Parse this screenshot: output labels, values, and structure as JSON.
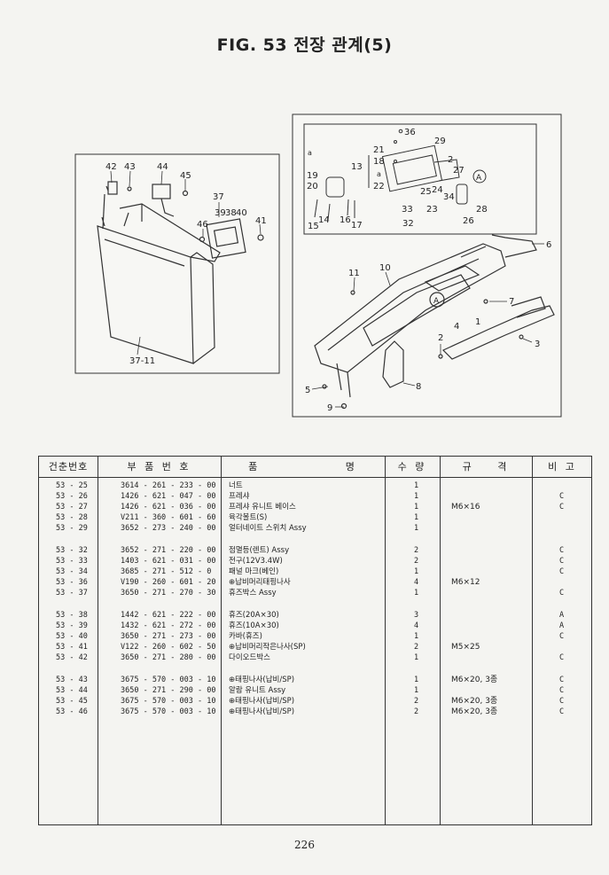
{
  "title": "FIG. 53 전장 관계(5)",
  "page_number": "226",
  "left_diagram": {
    "labels": [
      "42",
      "43",
      "44",
      "45",
      "37",
      "39",
      "38",
      "40",
      "46",
      "41",
      "37-11"
    ]
  },
  "right_diagram": {
    "inset_labels": [
      "36",
      "29",
      "21",
      "13",
      "18",
      "2",
      "27",
      "19",
      "20",
      "22",
      "25",
      "24",
      "34",
      "28",
      "15",
      "14",
      "16",
      "17",
      "33",
      "23",
      "32",
      "26",
      "a",
      "a"
    ],
    "main_labels": [
      "6",
      "11",
      "10",
      "7",
      "1",
      "4",
      "2",
      "3",
      "5",
      "8",
      "9"
    ],
    "symbol": "A"
  },
  "table": {
    "headers": [
      "건춘번호",
      "부 품 번 호",
      "품 명",
      "수 량",
      "규 격",
      "비 고"
    ],
    "rows": [
      {
        "no": "53 - 25",
        "part": "3614 - 261 - 233 - 00",
        "name": "너트",
        "qty": "1",
        "spec": "",
        "note": ""
      },
      {
        "no": "53 - 26",
        "part": "1426 - 621 - 047 - 00",
        "name": "프레샤",
        "qty": "1",
        "spec": "",
        "note": "C"
      },
      {
        "no": "53 - 27",
        "part": "1426 - 621 - 036 - 00",
        "name": "프레샤 유니트 베이스",
        "qty": "1",
        "spec": "M6×16",
        "note": "C"
      },
      {
        "no": "53 - 28",
        "part": "V211 - 360 - 601 - 60",
        "name": "육각볼트(S)",
        "qty": "1",
        "spec": "",
        "note": ""
      },
      {
        "no": "53 - 29",
        "part": "3652 - 273 - 240 - 00",
        "name": "얼터네이트 스위치 Assy",
        "qty": "1",
        "spec": "",
        "note": ""
      },
      {
        "no": "53 - 32",
        "part": "3652 - 271 - 220 - 00",
        "name": "점멸등(렌트) Assy",
        "qty": "2",
        "spec": "",
        "note": "C"
      },
      {
        "no": "53 - 33",
        "part": "1403 - 621 - 031 - 00",
        "name": "전구(12V3.4W)",
        "qty": "2",
        "spec": "",
        "note": "C"
      },
      {
        "no": "53 - 34",
        "part": "3685 - 271 - 512 - 0",
        "name": "패널 마크(베인)",
        "qty": "1",
        "spec": "",
        "note": "C"
      },
      {
        "no": "53 - 36",
        "part": "V190 - 260 - 601 - 20",
        "name": "⊕납비머리태핑나사",
        "qty": "4",
        "spec": "M6×12",
        "note": ""
      },
      {
        "no": "53 - 37",
        "part": "3650 - 271 - 270 - 30",
        "name": "휴즈박스 Assy",
        "qty": "1",
        "spec": "",
        "note": "C"
      },
      {
        "no": "53 - 38",
        "part": "1442 - 621 - 222 - 00",
        "name": "휴즈(20A×30)",
        "qty": "3",
        "spec": "",
        "note": "A"
      },
      {
        "no": "53 - 39",
        "part": "1432 - 621 - 272 - 00",
        "name": "휴즈(10A×30)",
        "qty": "4",
        "spec": "",
        "note": "A"
      },
      {
        "no": "53 - 40",
        "part": "3650 - 271 - 273 - 00",
        "name": "카바(휴즈)",
        "qty": "1",
        "spec": "",
        "note": "C"
      },
      {
        "no": "53 - 41",
        "part": "V122 - 260 - 602 - 50",
        "name": "⊕납비머리작은나사(SP)",
        "qty": "2",
        "spec": "M5×25",
        "note": ""
      },
      {
        "no": "53 - 42",
        "part": "3650 - 271 - 280 - 00",
        "name": "다이오드박스",
        "qty": "1",
        "spec": "",
        "note": "C"
      },
      {
        "no": "53 - 43",
        "part": "3675 - 570 - 003 - 10",
        "name": "⊕태핑나사(납비/SP)",
        "qty": "1",
        "spec": "M6×20, 3종",
        "note": "C"
      },
      {
        "no": "53 - 44",
        "part": "3650 - 271 - 290 - 00",
        "name": "알람 유니트 Assy",
        "qty": "1",
        "spec": "",
        "note": "C"
      },
      {
        "no": "53 - 45",
        "part": "3675 - 570 - 003 - 10",
        "name": "⊕태핑나사(납비/SP)",
        "qty": "2",
        "spec": "M6×20, 3종",
        "note": "C"
      },
      {
        "no": "53 - 46",
        "part": "3675 - 570 - 003 - 10",
        "name": "⊕태핑나사(납비/SP)",
        "qty": "2",
        "spec": "M6×20, 3종",
        "note": "C"
      }
    ]
  }
}
